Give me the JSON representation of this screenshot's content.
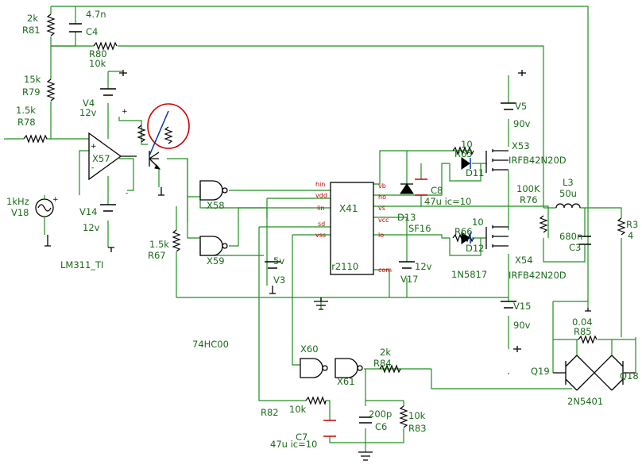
{
  "components": {
    "r81": {
      "value": "2k",
      "ref": "R81"
    },
    "c4": {
      "value": "4.7n",
      "ref": "C4"
    },
    "r80": {
      "ref": "R80",
      "value": "10k"
    },
    "r79": {
      "value": "15k",
      "ref": "R79"
    },
    "r78": {
      "value": "1.5k",
      "ref": "R78"
    },
    "v4": {
      "ref": "V4",
      "value": "12v"
    },
    "x57": {
      "ref": "X57",
      "model": "LM311_TI"
    },
    "v14": {
      "ref": "V14",
      "value": "12v"
    },
    "v18": {
      "value": "1kHz",
      "ref": "V18"
    },
    "r67": {
      "value": "1.5k",
      "ref": "R67"
    },
    "x58": {
      "ref": "X58"
    },
    "x59": {
      "ref": "X59"
    },
    "gate_family": "74HC00",
    "v3": {
      "value": "5v",
      "ref": "V3"
    },
    "x41": {
      "ref": "X41",
      "model": "ir2110",
      "pins_left": [
        "hin",
        "vdd",
        "lin",
        "sd",
        "vss"
      ],
      "pins_right": [
        "vb",
        "ho",
        "vs",
        "vcc",
        "lo",
        "com"
      ]
    },
    "d13": {
      "ref": "D13",
      "model": "SF16"
    },
    "c8": {
      "ref": "C8",
      "value": "47u ic=10"
    },
    "v17": {
      "value": "12v",
      "ref": "V17"
    },
    "r65": {
      "value": "10",
      "ref": "R65"
    },
    "d11": {
      "ref": "D11"
    },
    "r66": {
      "value": "10",
      "ref": "R66"
    },
    "d12": {
      "ref": "D12",
      "model": "1N5817"
    },
    "x53": {
      "ref": "X53",
      "model": "IRFB42N20D"
    },
    "x54": {
      "ref": "X54",
      "model": "IRFB42N20D"
    },
    "v5": {
      "ref": "V5",
      "value": "90v"
    },
    "v15": {
      "ref": "V15",
      "value": "90v"
    },
    "r76": {
      "value": "100K",
      "ref": "R76"
    },
    "l3": {
      "ref": "L3",
      "value": "50u"
    },
    "c3": {
      "value": "680n",
      "ref": "C3"
    },
    "r3": {
      "ref": "R3",
      "value": "4"
    },
    "r85": {
      "value": "0.04",
      "ref": "R85"
    },
    "q19": {
      "ref": "Q19"
    },
    "q18": {
      "ref": "Q18"
    },
    "bjt_model": "2N5401",
    "x60": {
      "ref": "X60"
    },
    "x61": {
      "ref": "X61"
    },
    "r84": {
      "value": "2k",
      "ref": "R84"
    },
    "r82": {
      "ref": "R82",
      "value": "10k"
    },
    "c6": {
      "value": "200p",
      "ref": "C6"
    },
    "r83": {
      "value": "10k",
      "ref": "R83"
    },
    "c7": {
      "value": "47u ic=10",
      "ref": "C7"
    }
  },
  "opamp_pins": {
    "plus": "+",
    "minus": "-"
  },
  "source_polarity": {
    "plus": "+",
    "minus": "-"
  },
  "colors": {
    "wire": "#1f8f1f",
    "label": "#1b6b1b",
    "pin_label": "#cc0000",
    "highlight": "#cc0000",
    "symbol": "#000000"
  }
}
